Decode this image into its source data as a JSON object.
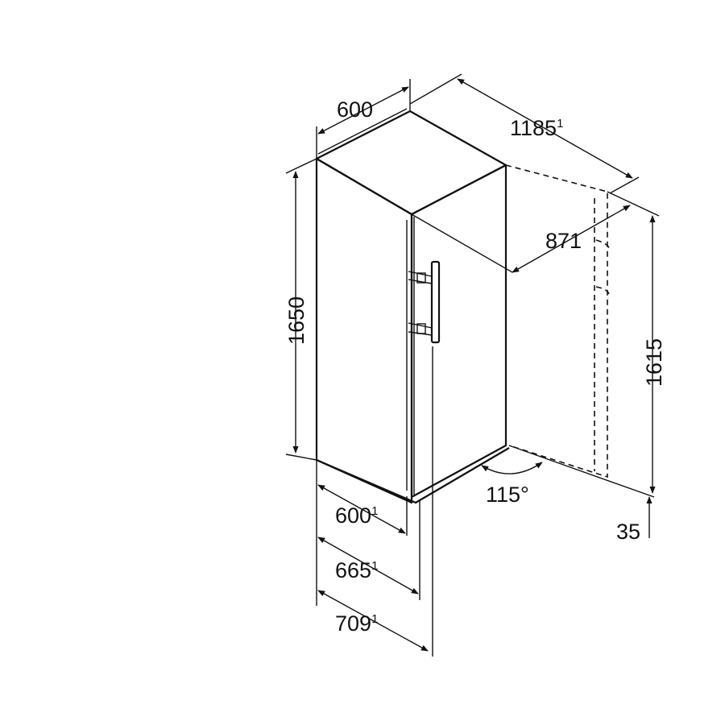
{
  "dimensions": {
    "width_top": {
      "value": "600",
      "note": ""
    },
    "depth_open_door": {
      "value": "1185",
      "note": "1"
    },
    "door_open_clearance": {
      "value": "871",
      "note": ""
    },
    "height": {
      "value": "1650",
      "note": ""
    },
    "height_door_side": {
      "value": "1615",
      "note": ""
    },
    "door_opening_angle": {
      "value": "115°",
      "note": ""
    },
    "foot_height": {
      "value": "35",
      "note": ""
    },
    "depth_body": {
      "value": "600",
      "note": "1"
    },
    "depth_with_door": {
      "value": "665",
      "note": "1"
    },
    "depth_with_handle": {
      "value": "709",
      "note": "1"
    }
  },
  "colors": {
    "line": "#111111",
    "background": "#ffffff"
  }
}
